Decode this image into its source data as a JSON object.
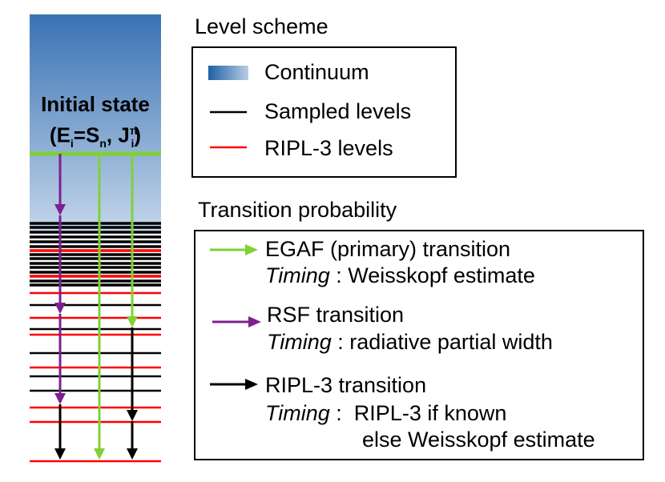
{
  "scheme": {
    "initial_state_label": "Initial state",
    "initial_state_formula": {
      "open": "(E",
      "sub_i": "i",
      "eq": "=S",
      "sub_n": "n",
      "mid": ", J",
      "sup_pi": "π",
      "sub_i2": "i",
      "close": ")"
    }
  },
  "level_scheme": {
    "heading": "Level scheme",
    "legend": [
      {
        "label": "Continuum"
      },
      {
        "label": "Sampled levels"
      },
      {
        "label": "RIPL-3 levels"
      }
    ]
  },
  "transition_probability": {
    "heading": "Transition probability",
    "items": [
      {
        "label": "EGAF (primary) transition",
        "timing_word": "Timing",
        "timing_sep": " : ",
        "timing_text": "Weisskopf estimate",
        "timing_text2": ""
      },
      {
        "label": "RSF transition",
        "timing_word": "Timing",
        "timing_sep": " : ",
        "timing_text": "radiative partial width",
        "timing_text2": ""
      },
      {
        "label": "RIPL-3 transition",
        "timing_word": "Timing",
        "timing_sep": " :  ",
        "timing_text": "RIPL-3 if known",
        "timing_text2": "else Weisskopf estimate"
      }
    ]
  },
  "colors": {
    "continuum_top": "#1f5fa6",
    "continuum_bottom": "#b9cde5",
    "sampled": "#000000",
    "ripl": "#ff0000",
    "egaf": "#7fd134",
    "rsf": "#7f1f8f",
    "ripl_arrow": "#000000"
  }
}
